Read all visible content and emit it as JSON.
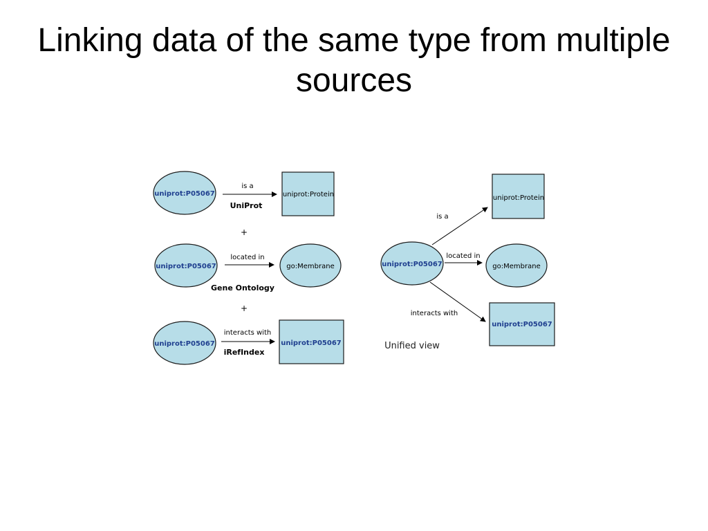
{
  "slide": {
    "title": "Linking data of the same type from multiple sources"
  },
  "left": {
    "uniprot": {
      "subject": "uniprot:P05067",
      "predicate": "is a",
      "object": "uniprot:Protein",
      "source": "UniProt"
    },
    "plus1": "+",
    "go": {
      "subject": "uniprot:P05067",
      "predicate": "located in",
      "object": "go:Membrane",
      "source": "Gene Ontology"
    },
    "plus2": "+",
    "irefindex": {
      "subject": "uniprot:P05067",
      "predicate": "interacts with",
      "object": "uniprot:P05067",
      "source": "iRefIndex"
    }
  },
  "right": {
    "center": "uniprot:P05067",
    "is_a_label": "is a",
    "is_a_target": "uniprot:Protein",
    "located_in_label": "located in",
    "located_in_target": "go:Membrane",
    "interacts_with_label": "interacts with",
    "interacts_with_target": "uniprot:P05067",
    "caption": "Unified view"
  },
  "colors": {
    "node_fill": "#b7dde8",
    "bold_text": "#1f3f8f"
  }
}
